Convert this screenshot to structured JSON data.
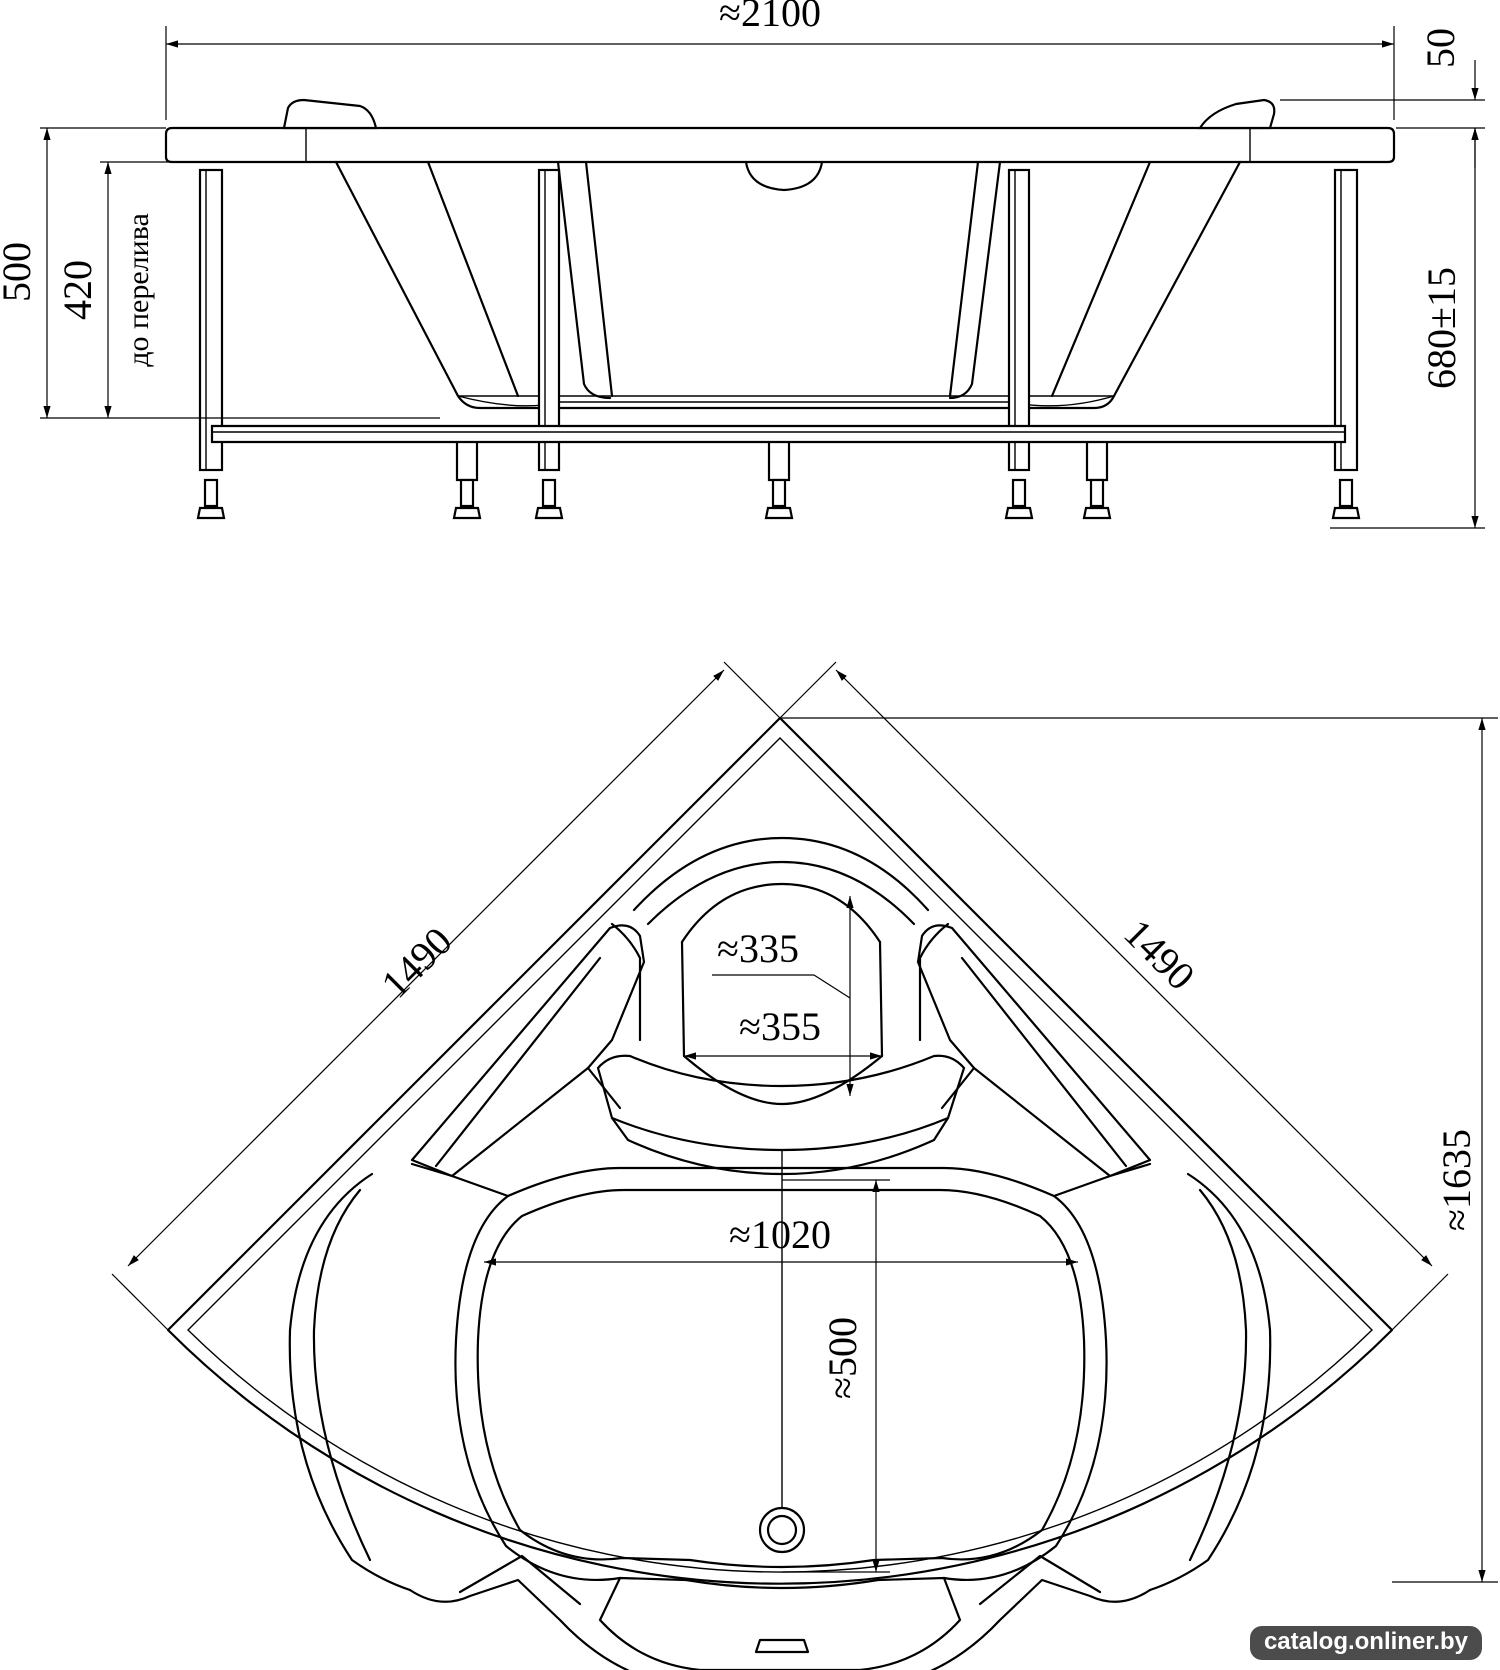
{
  "side_view": {
    "width_label": "≈2100",
    "rim_label": "50",
    "height_label": "500",
    "overflow_height_label": "420",
    "overflow_caption": "до перелива",
    "total_height_label": "680±15"
  },
  "top_view": {
    "side_a_label": "1490",
    "side_b_label": "1490",
    "diagonal_label": "≈1635",
    "seat_depth_label": "≈335",
    "seat_width_label": "≈355",
    "bowl_width_label": "≈1020",
    "bowl_depth_label": "≈500"
  },
  "watermark": "catalog.onliner.by"
}
